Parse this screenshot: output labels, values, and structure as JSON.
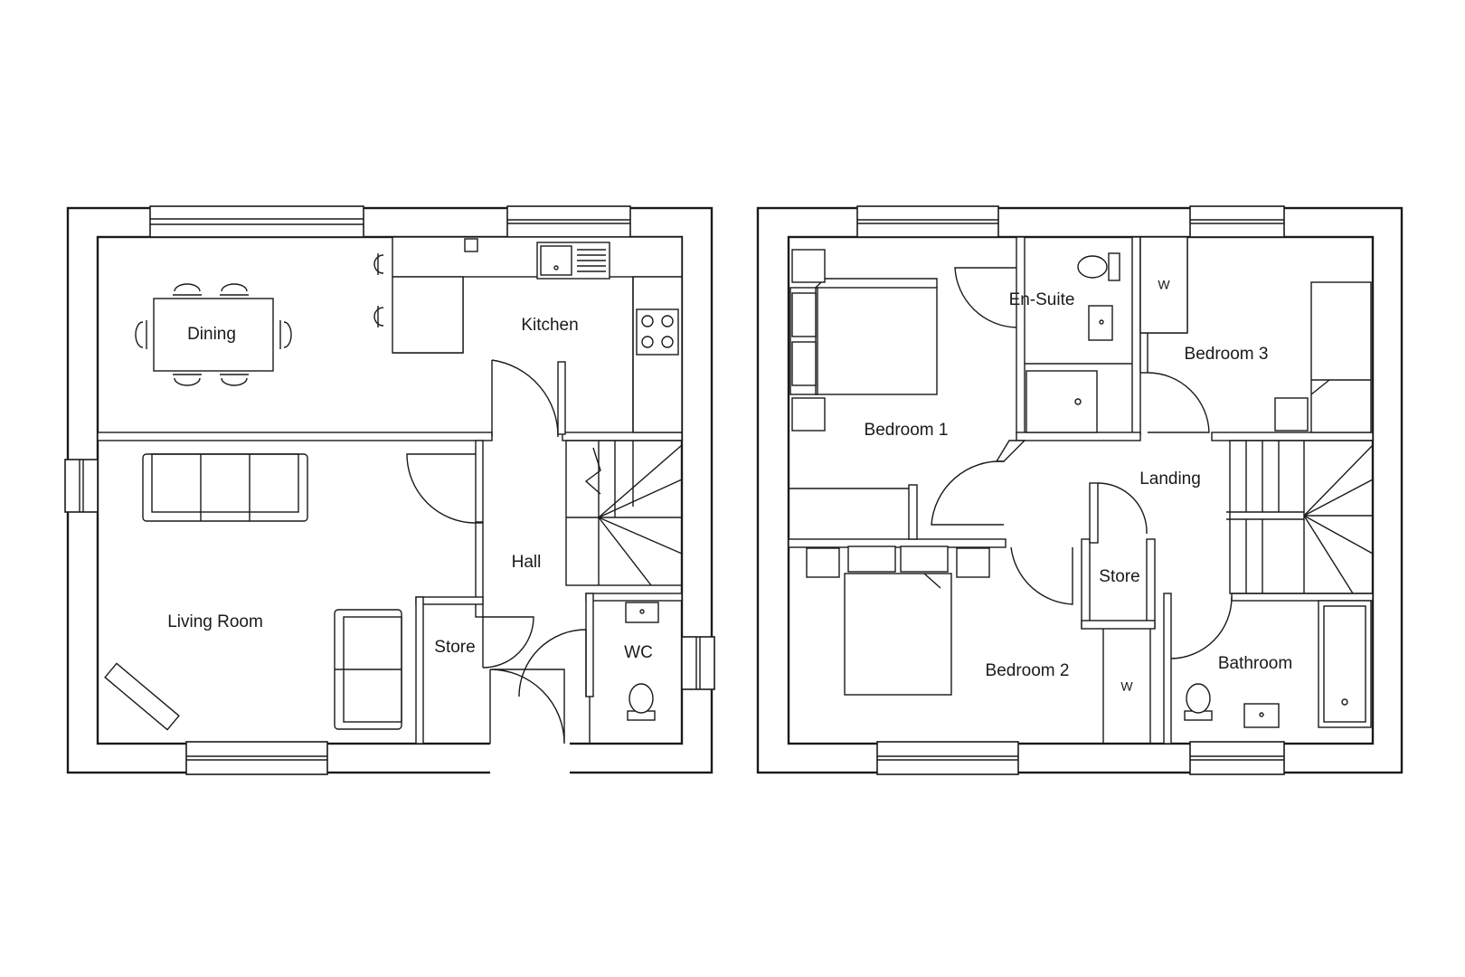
{
  "floor_plan": {
    "ground_floor": {
      "rooms": {
        "dining": "Dining",
        "kitchen": "Kitchen",
        "living_room": "Living Room",
        "hall": "Hall",
        "store": "Store",
        "wc": "WC"
      }
    },
    "first_floor": {
      "rooms": {
        "en_suite": "En-Suite",
        "bedroom_1": "Bedroom 1",
        "bedroom_3": "Bedroom 3",
        "landing": "Landing",
        "store": "Store",
        "bedroom_2": "Bedroom 2",
        "bathroom": "Bathroom"
      },
      "wardrobe_marks": {
        "bedroom_3": "W",
        "bedroom_2": "W"
      }
    }
  }
}
